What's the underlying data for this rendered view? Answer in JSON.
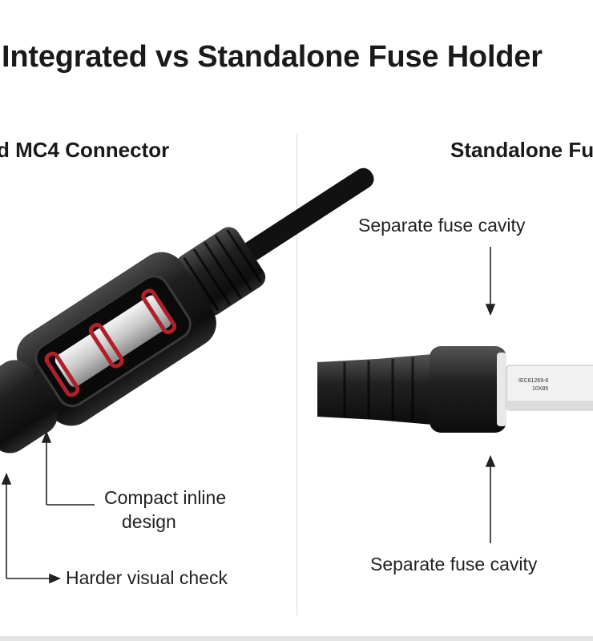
{
  "title": "Integrated vs Standalone Fuse Holder",
  "left_panel": {
    "heading": "d MC4 Connector",
    "callout_compact_line1": "Compact inline",
    "callout_compact_line2": "design",
    "callout_visual": "Harder visual check"
  },
  "right_panel": {
    "heading": "Standalone Fu",
    "callout_top": "Separate fuse cavity",
    "callout_bottom": "Separate fuse cavity",
    "fuse_print_line1": "IEC61269-6",
    "fuse_print_line2": "10X85"
  },
  "colors": {
    "connector_body": "#1c1c1c",
    "seal_ring": "#b0202a",
    "divider": "#d6d6d6"
  }
}
